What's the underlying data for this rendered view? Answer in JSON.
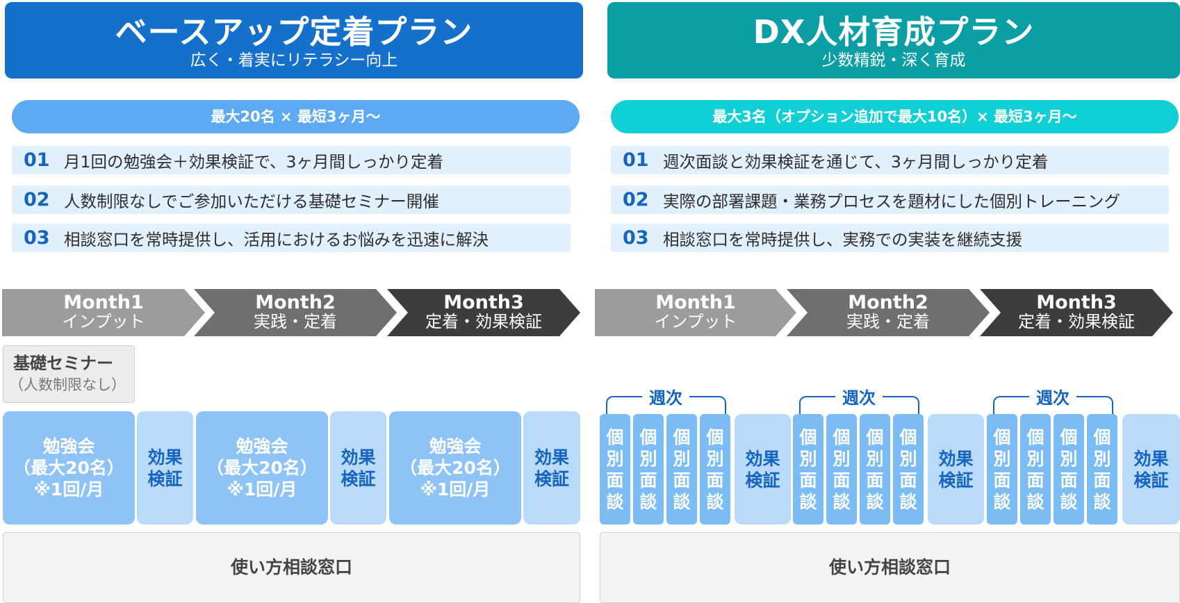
{
  "plans": [
    {
      "title": "ベースアップ定着プラン",
      "subtitle": "広く・着実にリテラシー向上",
      "summary": "最大20名 × 最短3ヶ月～",
      "points": [
        {
          "num": "01",
          "text": "月1回の勉強会＋効果検証で、3ヶ月間しっかり定着"
        },
        {
          "num": "02",
          "text": "人数制限なしでご参加いただける基礎セミナー開催"
        },
        {
          "num": "03",
          "text": "相談窓口を常時提供し、活用におけるお悩みを迅速に解決"
        }
      ],
      "months": [
        {
          "month": "Month1",
          "phase": "インプット"
        },
        {
          "month": "Month2",
          "phase": "実践・定着"
        },
        {
          "month": "Month3",
          "phase": "定着・効果検証"
        }
      ],
      "seminar": {
        "title": "基礎セミナー",
        "note": "（人数制限なし）"
      },
      "study": {
        "line1": "勉強会",
        "line2": "（最大20名）",
        "line3": "※1回/月"
      },
      "verify": {
        "line1": "効果",
        "line2": "検証"
      },
      "consult": "使い方相談窓口"
    },
    {
      "title": "DX人材育成プラン",
      "subtitle": "少数精鋭・深く育成",
      "summary": "最大3名（オプション追加で最大10名）× 最短3ヶ月～",
      "points": [
        {
          "num": "01",
          "text": "週次面談と効果検証を通じて、3ヶ月間しっかり定着"
        },
        {
          "num": "02",
          "text": "実際の部署課題・業務プロセスを題材にした個別トレーニング"
        },
        {
          "num": "03",
          "text": "相談窓口を常時提供し、実務での実装を継続支援"
        }
      ],
      "months": [
        {
          "month": "Month1",
          "phase": "インプット"
        },
        {
          "month": "Month2",
          "phase": "実践・定着"
        },
        {
          "month": "Month3",
          "phase": "定着・効果検証"
        }
      ],
      "weekly": "週次",
      "individual": [
        "個",
        "別",
        "面",
        "談"
      ],
      "verify": {
        "line1": "効果",
        "line2": "検証"
      },
      "consult": "使い方相談窓口"
    }
  ],
  "colors": {
    "left_header": "#1570cc",
    "right_header": "#0b9ea4",
    "accent_text": "#1565c0"
  }
}
